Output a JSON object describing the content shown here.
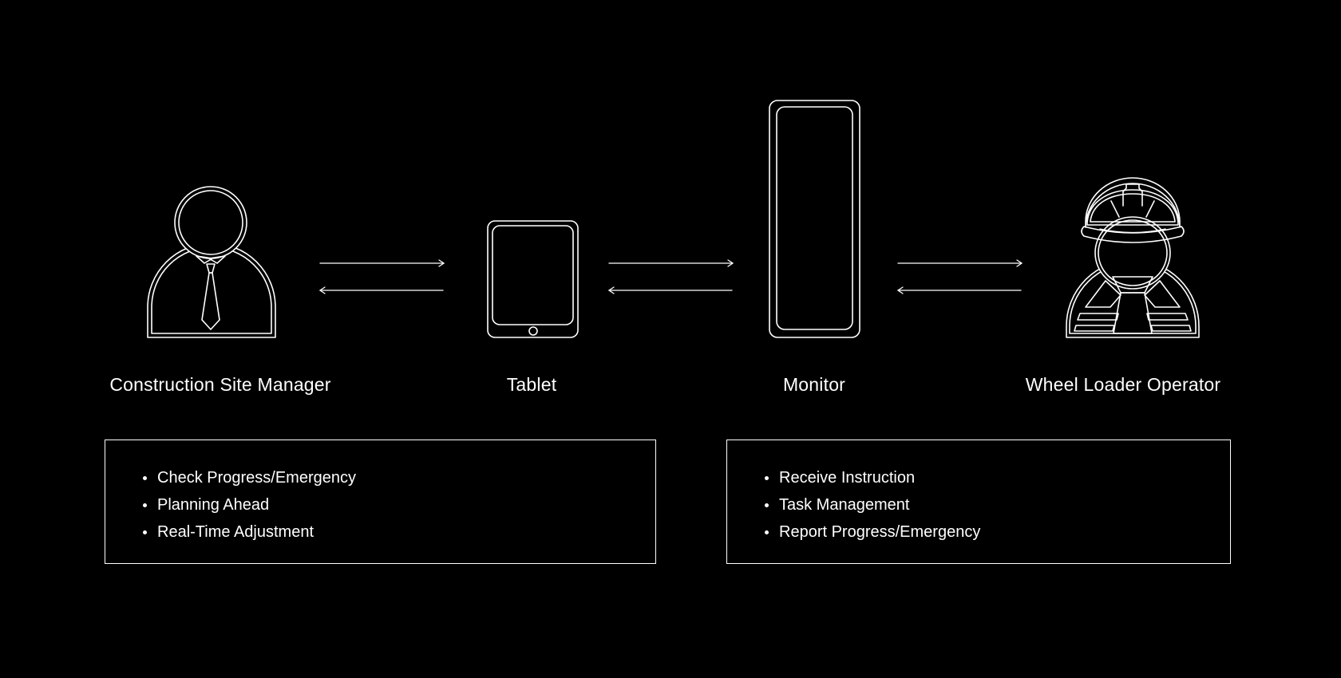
{
  "colors": {
    "background": "#000000",
    "foreground": "#ffffff"
  },
  "nodes": [
    {
      "label": "Construction Site Manager",
      "icon": "manager-icon"
    },
    {
      "label": "Tablet",
      "icon": "tablet-icon"
    },
    {
      "label": "Monitor",
      "icon": "monitor-icon"
    },
    {
      "label": "Wheel Loader Operator",
      "icon": "operator-icon"
    }
  ],
  "connectors": [
    {
      "from": "Construction Site Manager",
      "to": "Tablet",
      "direction": "bidirectional"
    },
    {
      "from": "Tablet",
      "to": "Monitor",
      "direction": "bidirectional"
    },
    {
      "from": "Monitor",
      "to": "Wheel Loader Operator",
      "direction": "bidirectional"
    }
  ],
  "boxes": [
    {
      "items": [
        "Check Progress/Emergency",
        "Planning Ahead",
        "Real-Time Adjustment"
      ]
    },
    {
      "items": [
        "Receive Instruction",
        "Task Management",
        "Report Progress/Emergency"
      ]
    }
  ]
}
